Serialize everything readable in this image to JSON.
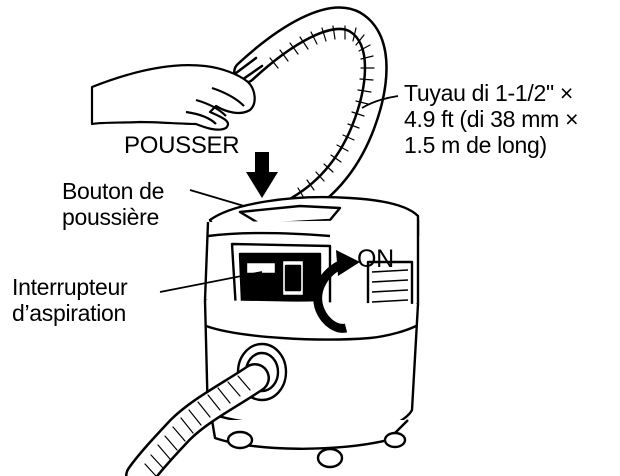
{
  "labels": {
    "hose": [
      "Tuyau di 1-1/2\" ×",
      "4.9 ft (di 38 mm ×",
      "1.5 m de long)"
    ],
    "push": "POUSSER",
    "dust_button": [
      "Bouton de",
      "poussière"
    ],
    "suction_switch": [
      "Interrupteur",
      "d’aspiration"
    ],
    "on": "ON"
  },
  "colors": {
    "ink": "#000000",
    "paper": "#ffffff",
    "shade": "#d0d0d0"
  },
  "icons": [
    "hand-icon",
    "push-arrow-icon",
    "rotate-arrow-icon",
    "vacuum-icon",
    "hose-icon"
  ]
}
